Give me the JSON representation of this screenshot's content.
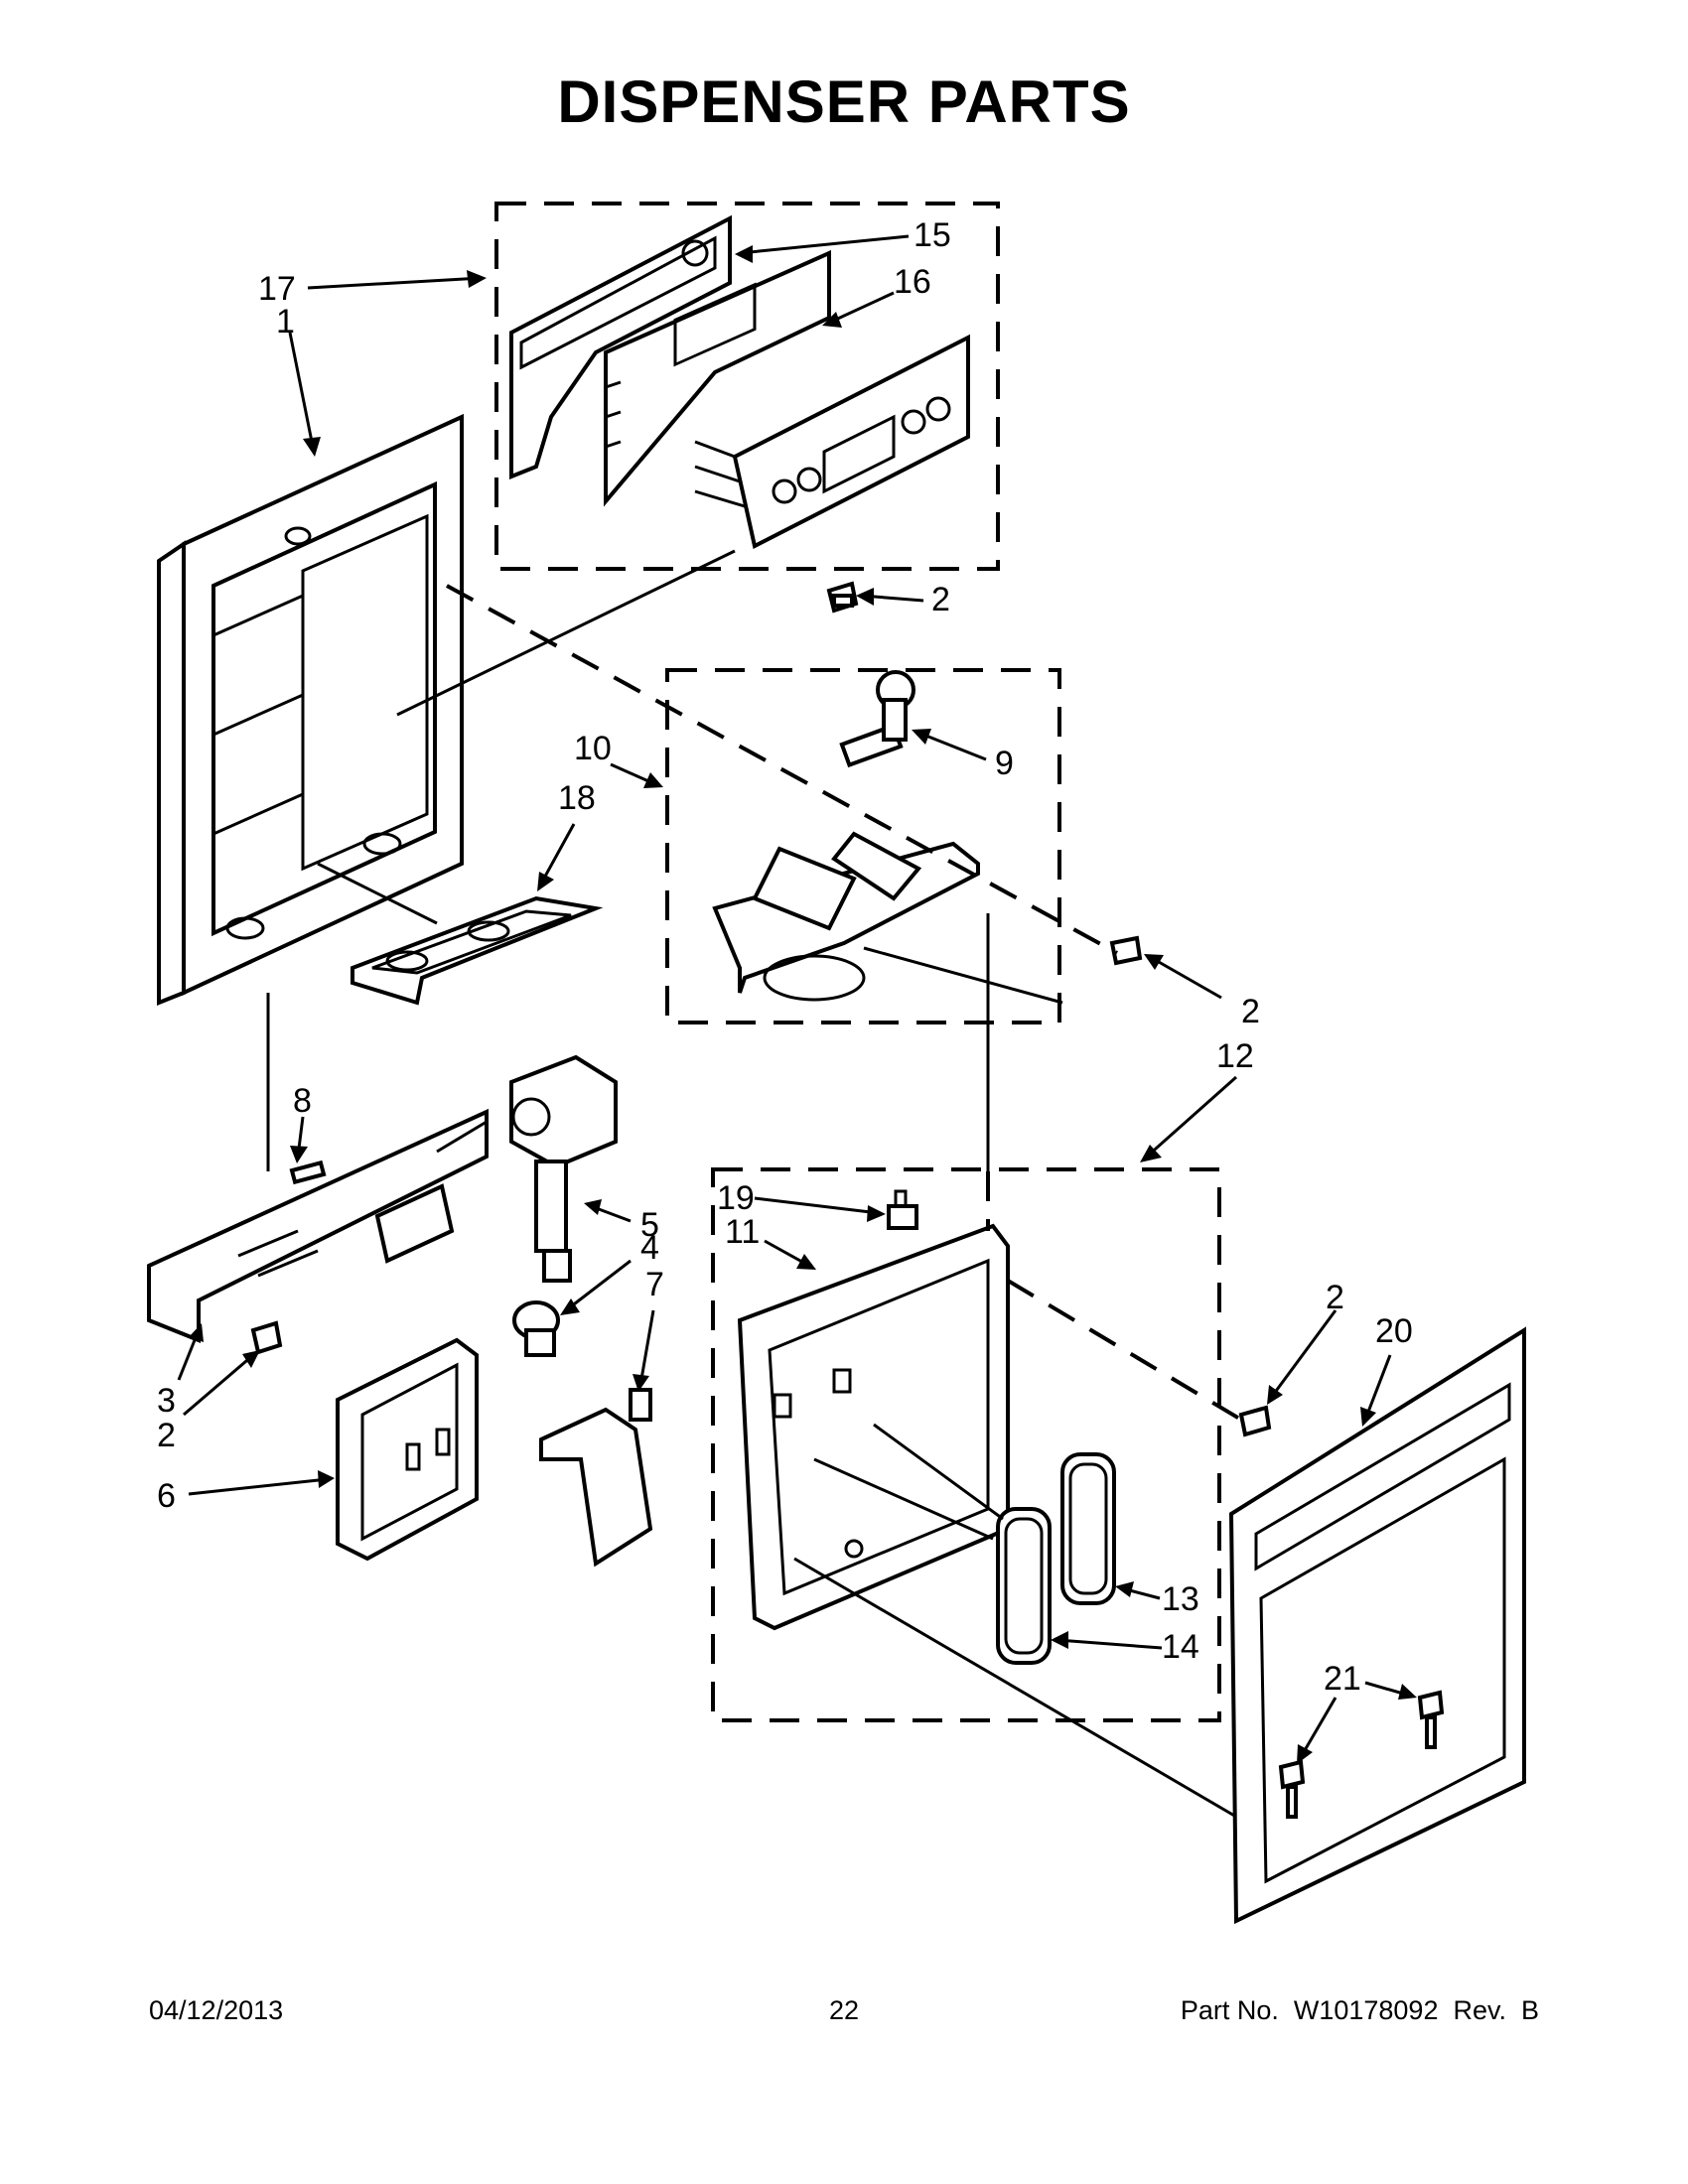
{
  "title": "DISPENSER PARTS",
  "footer": {
    "date": "04/12/2013",
    "page": "22",
    "part_number": "Part No.  W10178092  Rev.  B"
  },
  "callouts": [
    {
      "id": "17a",
      "label": "17"
    },
    {
      "id": "1",
      "label": "1"
    },
    {
      "id": "15",
      "label": "15"
    },
    {
      "id": "16",
      "label": "16"
    },
    {
      "id": "2a",
      "label": "2"
    },
    {
      "id": "10",
      "label": "10"
    },
    {
      "id": "18",
      "label": "18"
    },
    {
      "id": "9",
      "label": "9"
    },
    {
      "id": "2b",
      "label": "2"
    },
    {
      "id": "12",
      "label": "12"
    },
    {
      "id": "8",
      "label": "8"
    },
    {
      "id": "5",
      "label": "5"
    },
    {
      "id": "4",
      "label": "4"
    },
    {
      "id": "7",
      "label": "7"
    },
    {
      "id": "3",
      "label": "3"
    },
    {
      "id": "2c",
      "label": "2"
    },
    {
      "id": "6",
      "label": "6"
    },
    {
      "id": "19",
      "label": "19"
    },
    {
      "id": "11",
      "label": "11"
    },
    {
      "id": "2d",
      "label": "2"
    },
    {
      "id": "20",
      "label": "20"
    },
    {
      "id": "13",
      "label": "13"
    },
    {
      "id": "14",
      "label": "14"
    },
    {
      "id": "21",
      "label": "21"
    }
  ]
}
